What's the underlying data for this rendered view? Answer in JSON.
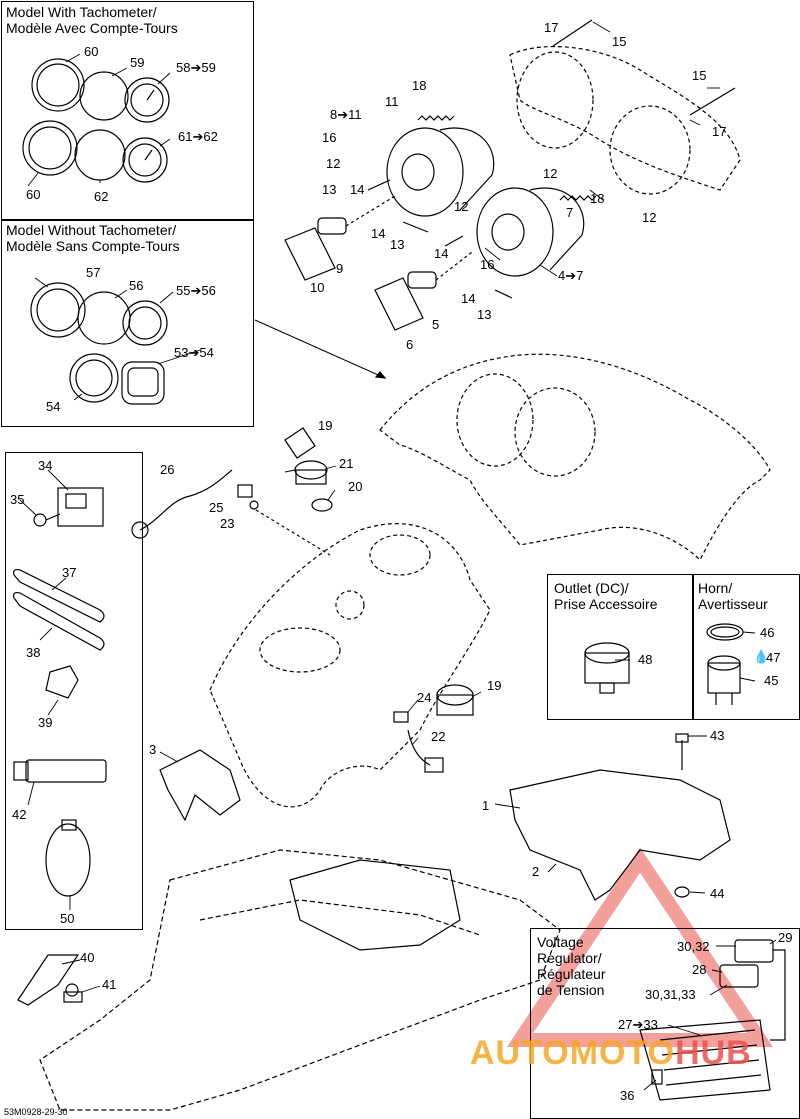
{
  "boxes": {
    "tacho": {
      "title_line1": "Model With Tachometer/",
      "title_line2": "Modèle Avec Compte-Tours"
    },
    "no_tacho": {
      "title_line1": "Model Without Tachometer/",
      "title_line2": "Modèle Sans Compte-Tours"
    },
    "outlet": {
      "title_line1": "Outlet (DC)/",
      "title_line2": "Prise Accessoire"
    },
    "horn": {
      "title_line1": "Horn/",
      "title_line2": "Avertisseur"
    },
    "regulator": {
      "title_line1": "Voltage",
      "title_line2": "Regulator/",
      "title_line3": "Régulateur",
      "title_line4": "de Tension"
    }
  },
  "callouts": {
    "c60a": "60",
    "c59": "59",
    "c58_59": "58➔59",
    "c60b": "60",
    "c61_62": "61➔62",
    "c62": "62",
    "c57": "57",
    "c56": "56",
    "c55_56": "55➔56",
    "c53_54": "53➔54",
    "c54": "54",
    "c34": "34",
    "c35": "35",
    "c37": "37",
    "c38": "38",
    "c39": "39",
    "c42": "42",
    "c50": "50",
    "c40": "40",
    "c41": "41",
    "c17a": "17",
    "c15a": "15",
    "c15b": "15",
    "c17b": "17",
    "c18a": "18",
    "c11": "11",
    "c8_11": "8➔11",
    "c16a": "16",
    "c12a": "12",
    "c13a": "13",
    "c14a": "14",
    "c12b": "12",
    "c12c": "12",
    "c7": "7",
    "c18b": "18",
    "c12d": "12",
    "c14b": "14",
    "c13b": "13",
    "c14c": "14",
    "c16b": "16",
    "c4_7": "4➔7",
    "c10": "10",
    "c9": "9",
    "c14d": "14",
    "c13c": "13",
    "c5": "5",
    "c6": "6",
    "c19a": "19",
    "c26": "26",
    "c21": "21",
    "c25": "25",
    "c20": "20",
    "c23": "23",
    "c24": "24",
    "c19b": "19",
    "c22": "22",
    "c3": "3",
    "c1": "1",
    "c2": "2",
    "c43": "43",
    "c44": "44",
    "c48": "48",
    "c46": "46",
    "c47": "47",
    "c45": "45",
    "c29": "29",
    "c30_32": "30,32",
    "c28": "28",
    "c30_31_33": "30,31,33",
    "c27_33": "27➔33",
    "c36": "36"
  },
  "drawing_code": "53M0928-29-30",
  "watermark": {
    "part1": "AUTOMOTO",
    "part2": "HUB",
    "color_main": "#f6a623",
    "color_accent": "#e9524a"
  }
}
